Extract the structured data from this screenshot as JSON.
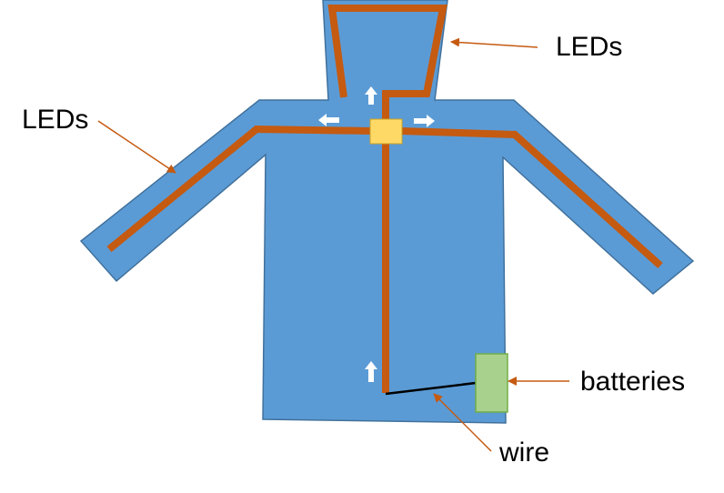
{
  "labels": {
    "leds_top": "LEDs",
    "leds_left": "LEDs",
    "batteries": "batteries",
    "wire": "wire"
  },
  "colors": {
    "jacket_fill": "#5b9bd5",
    "jacket_stroke": "#41719c",
    "led_strip": "#c55a11",
    "controller_fill": "#ffd966",
    "battery_fill": "#a9d18e",
    "battery_stroke": "#70ad47",
    "callout_line": "#c55a11",
    "wire": "#000000",
    "arrow": "#ffffff"
  },
  "icons": {
    "arrow_up": "arrow-up-icon",
    "arrow_left": "arrow-left-icon",
    "arrow_right": "arrow-right-icon"
  }
}
